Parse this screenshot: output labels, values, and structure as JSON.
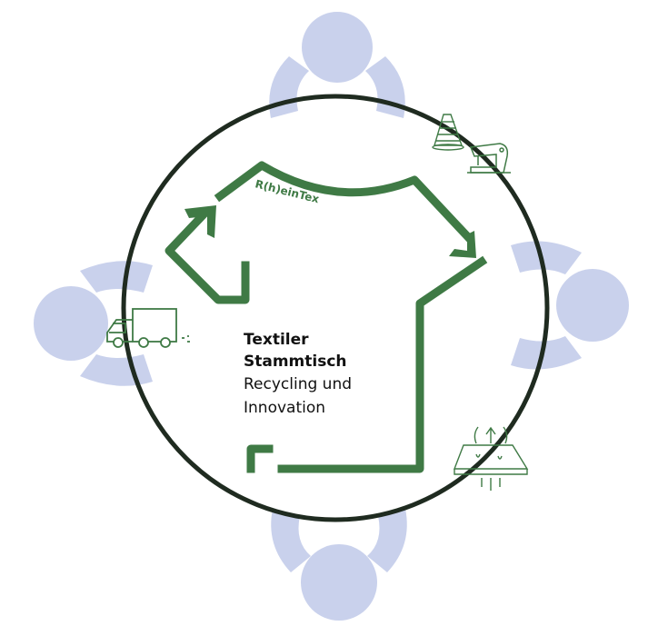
{
  "brand": {
    "text": "R(h)einTex"
  },
  "title": {
    "line1": "Textiler",
    "line2": "Stammtisch",
    "line3": "Recycling und",
    "line4": "Innovation"
  },
  "colors": {
    "person": "#c9d1ec",
    "circle": "#1f2b20",
    "shirt": "#3f7a45",
    "icon": "#3f7a45"
  },
  "icons": [
    "thread-spool-icon",
    "sewing-machine-icon",
    "delivery-truck-icon",
    "breathable-fabric-icon"
  ]
}
